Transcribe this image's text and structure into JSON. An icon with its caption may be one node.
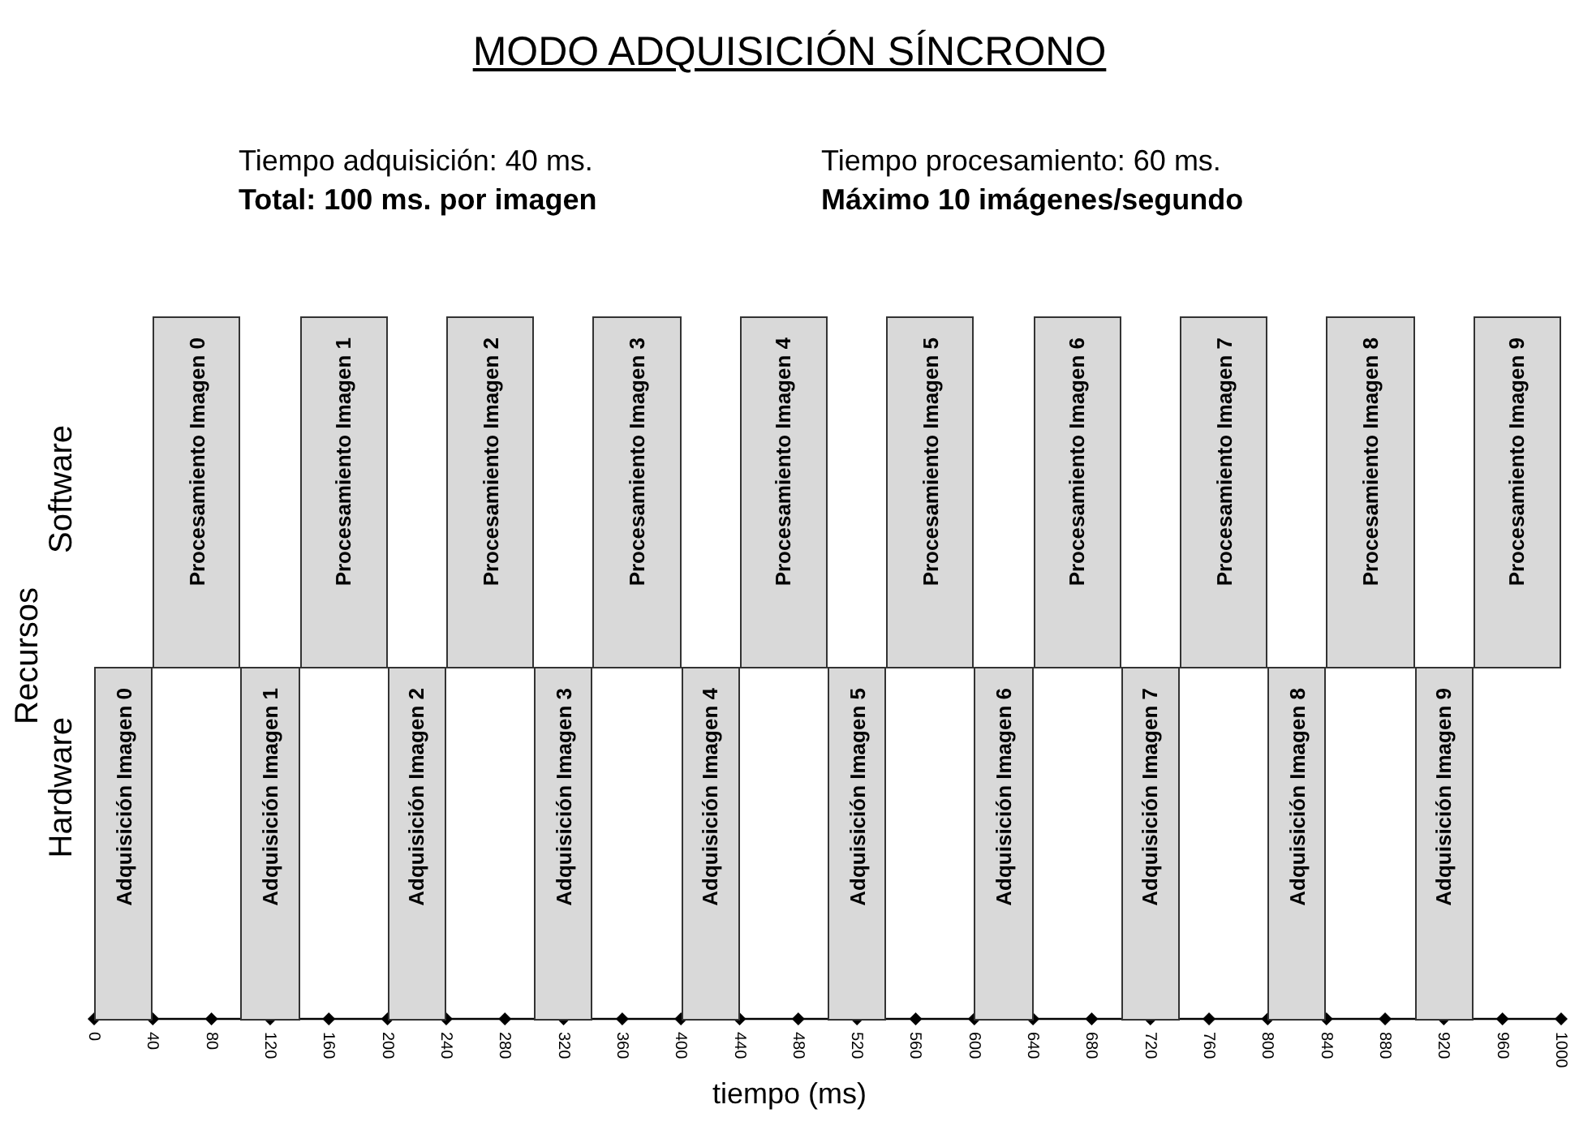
{
  "diagram": {
    "title": "MODO ADQUISICIÓN SÍNCRONO",
    "nodes": [
      {
        "text": [
          "Procesamiento Imagen 0"
        ]
      },
      {
        "text": [
          "Procesamiento Imagen 1"
        ]
      },
      {
        "text": [
          "Procesamiento Imagen 2"
        ]
      },
      {
        "text": [
          "Procesamiento Imagen 3"
        ]
      },
      {
        "text": [
          "Procesamiento Imagen 4"
        ]
      },
      {
        "text": [
          "Procesamiento Imagen 5"
        ]
      },
      {
        "text": [
          "Procesamiento Imagen 6"
        ]
      },
      {
        "text": [
          "Procesamiento Imagen 7"
        ]
      },
      {
        "text": [
          "Procesamiento Imagen 8"
        ]
      },
      {
        "text": [
          "Procesamiento Imagen 9"
        ]
      },
      {
        "text": [
          "Adquisición Imagen 0"
        ]
      },
      {
        "text": [
          "Adquisición Imagen 1"
        ]
      },
      {
        "text": [
          "Adquisición Imagen 2"
        ]
      },
      {
        "text": [
          "Adquisición Imagen 3"
        ]
      },
      {
        "text": [
          "Adquisición Imagen 4"
        ]
      },
      {
        "text": [
          "Adquisición Imagen 5"
        ]
      },
      {
        "text": [
          "Adquisición Imagen 6"
        ]
      },
      {
        "text": [
          "Adquisición Imagen 7"
        ]
      },
      {
        "text": [
          "Adquisición Imagen 8"
        ]
      },
      {
        "text": [
          "Adquisición Imagen 9"
        ]
      }
    ],
    "labels": [
      "Tiempo adquisición: 40 ms.",
      "Tiempo procesamiento: 60 ms.",
      "Total: 100 ms. por imagen",
      "Máximo 10 imágenes/segundo",
      "Software",
      "Recursos",
      "Hardware",
      "0",
      "40",
      "80",
      "120",
      "160",
      "200",
      "240",
      "280",
      "320",
      "360",
      "400",
      "440",
      "480",
      "520",
      "560",
      "600",
      "640",
      "680",
      "720",
      "760",
      "800",
      "840",
      "880",
      "920",
      "960",
      "1000",
      "tiempo (ms)"
    ]
  }
}
